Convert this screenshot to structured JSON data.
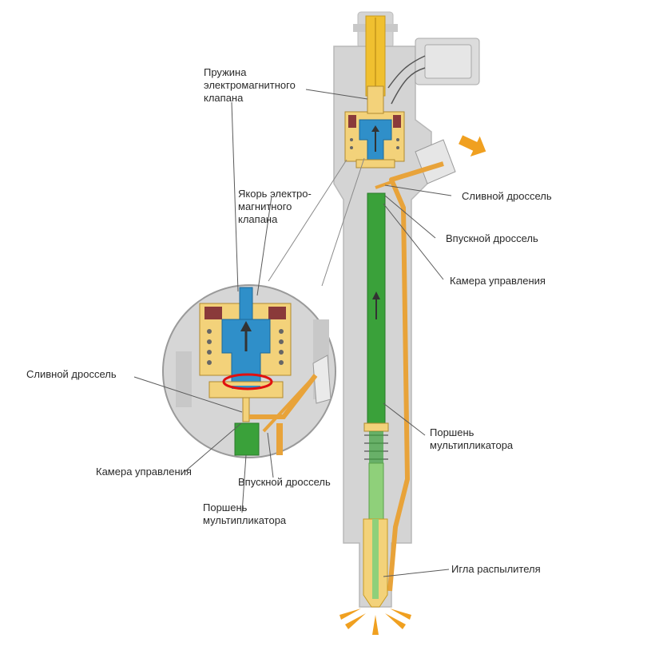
{
  "labels": {
    "solenoid_spring": "Пружина\nэлектромагнитного\nклапана",
    "solenoid_armature": "Якорь электро-\nмагнитного\nклапана",
    "drain_throttle_left": "Сливной дроссель",
    "control_chamber_left": "Камера управления",
    "inlet_throttle_left": "Впускной дроссель",
    "booster_piston_left": "Поршень\nмультипликатора",
    "drain_throttle_right": "Сливной дроссель",
    "inlet_throttle_right": "Впускной дроссель",
    "control_chamber_right": "Камера управления",
    "booster_piston_right": "Поршень\nмультипликатора",
    "nozzle_needle": "Игла распылителя"
  },
  "colors": {
    "body": "#d4d4d4",
    "body_stroke": "#bdbdbd",
    "fuel": "#e8a33a",
    "fuel_dark": "#c9822a",
    "solenoid": "#f3d27a",
    "armature": "#2f8fc9",
    "piston": "#3aa13a",
    "piston_light": "#8fd07a",
    "coil": "#8a3a3a",
    "highlight": "#e01010",
    "leader": "#5a5a5a",
    "arrow": "#f0a020"
  },
  "icons": [
    "fuel-inlet-arrow",
    "spray-arrows",
    "flow-direction-arrow"
  ]
}
